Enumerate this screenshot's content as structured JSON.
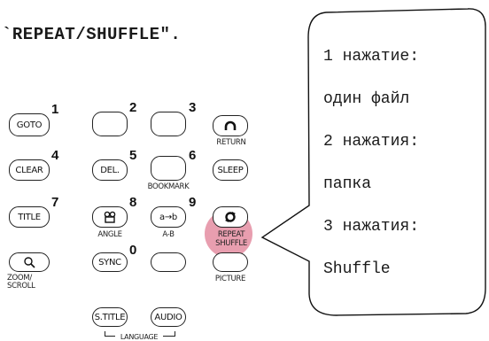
{
  "header": {
    "text": "`REPEAT/SHUFFLE\"."
  },
  "remote": {
    "buttons": {
      "goto": "GOTO",
      "clear": "CLEAR",
      "del": "DEL.",
      "sleep": "SLEEP",
      "title": "TITLE",
      "ab": "a→b",
      "sync": "SYNC",
      "stitle": "S.TITLE",
      "audio": "AUDIO"
    },
    "numbers": [
      "1",
      "2",
      "3",
      "4",
      "5",
      "6",
      "7",
      "8",
      "9",
      "0"
    ],
    "captions": {
      "return": "RETURN",
      "bookmark": "BOOKMARK",
      "angle": "ANGLE",
      "ab": "A-B",
      "repeat": "REPEAT",
      "shuffle": "SHUFFLE",
      "zoom": "ZOOM/",
      "scroll": "SCROLL",
      "picture": "PICTURE",
      "language": "LANGUAGE"
    },
    "icons": [
      "return-icon",
      "camera-icon",
      "repeat-icon",
      "magnifier-icon"
    ],
    "highlight_color": "#d64e6e"
  },
  "callout": {
    "lines": [
      "1 нажатие:",
      "один файл",
      "2 нажатия:",
      "папка",
      "3 нажатия:",
      "Shuffle"
    ]
  }
}
